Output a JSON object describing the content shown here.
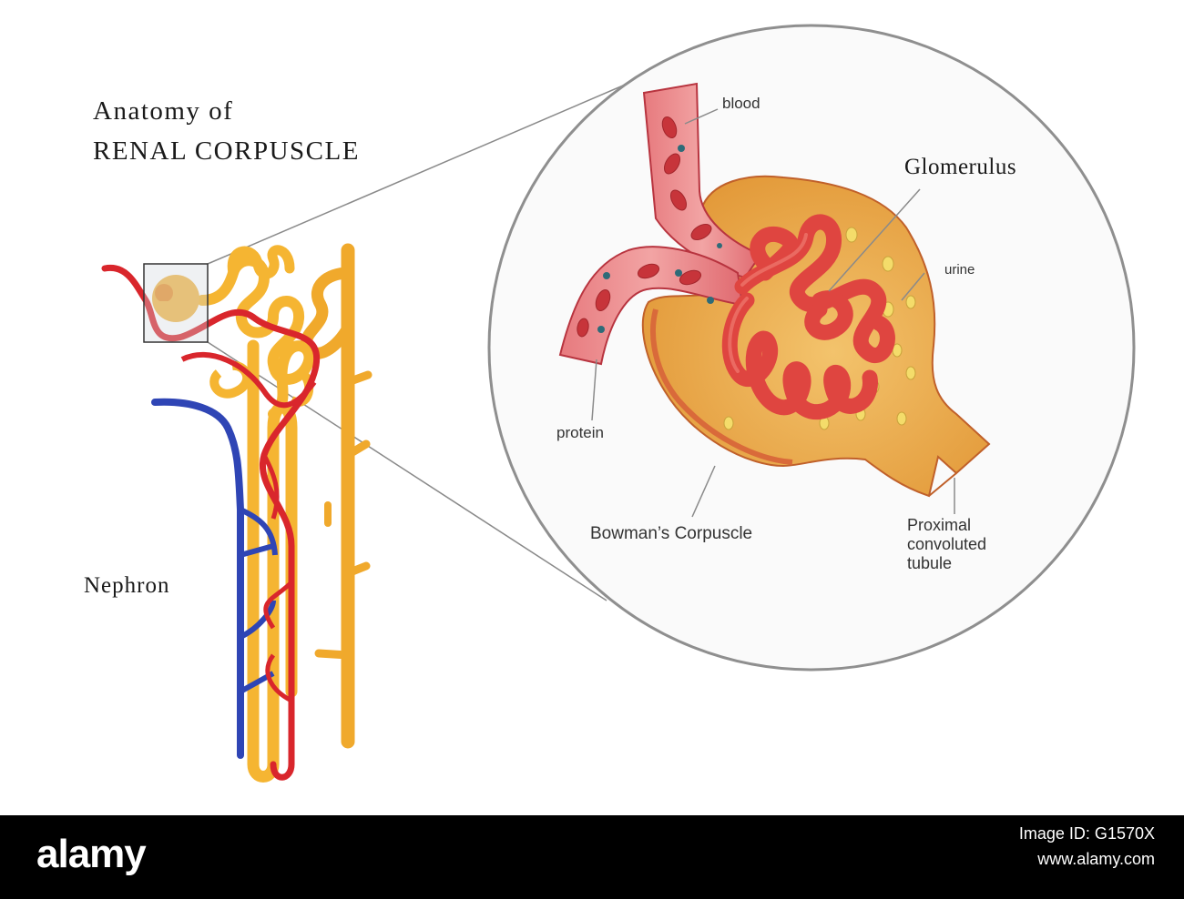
{
  "title": {
    "line1": "Anatomy of",
    "line2": "RENAL CORPUSCLE"
  },
  "labels": {
    "nephron": "Nephron",
    "glomerulus": "Glomerulus",
    "blood": "blood",
    "urine": "urine",
    "protein": "protein",
    "bowmans": "Bowman’s Corpuscle",
    "proximal_1": "Proximal",
    "proximal_2": "convoluted",
    "proximal_3": "tubule"
  },
  "footer": {
    "brand": "alamy",
    "image_id": "Image ID: G1570X",
    "site": "www.alamy.com"
  },
  "colors": {
    "tubule": "#f5b532",
    "artery": "#d9262c",
    "vein": "#2f45b5",
    "capsule": "#e9a23f",
    "glomerulus": "#e04a44",
    "vessel_wall": "#c8444e"
  }
}
